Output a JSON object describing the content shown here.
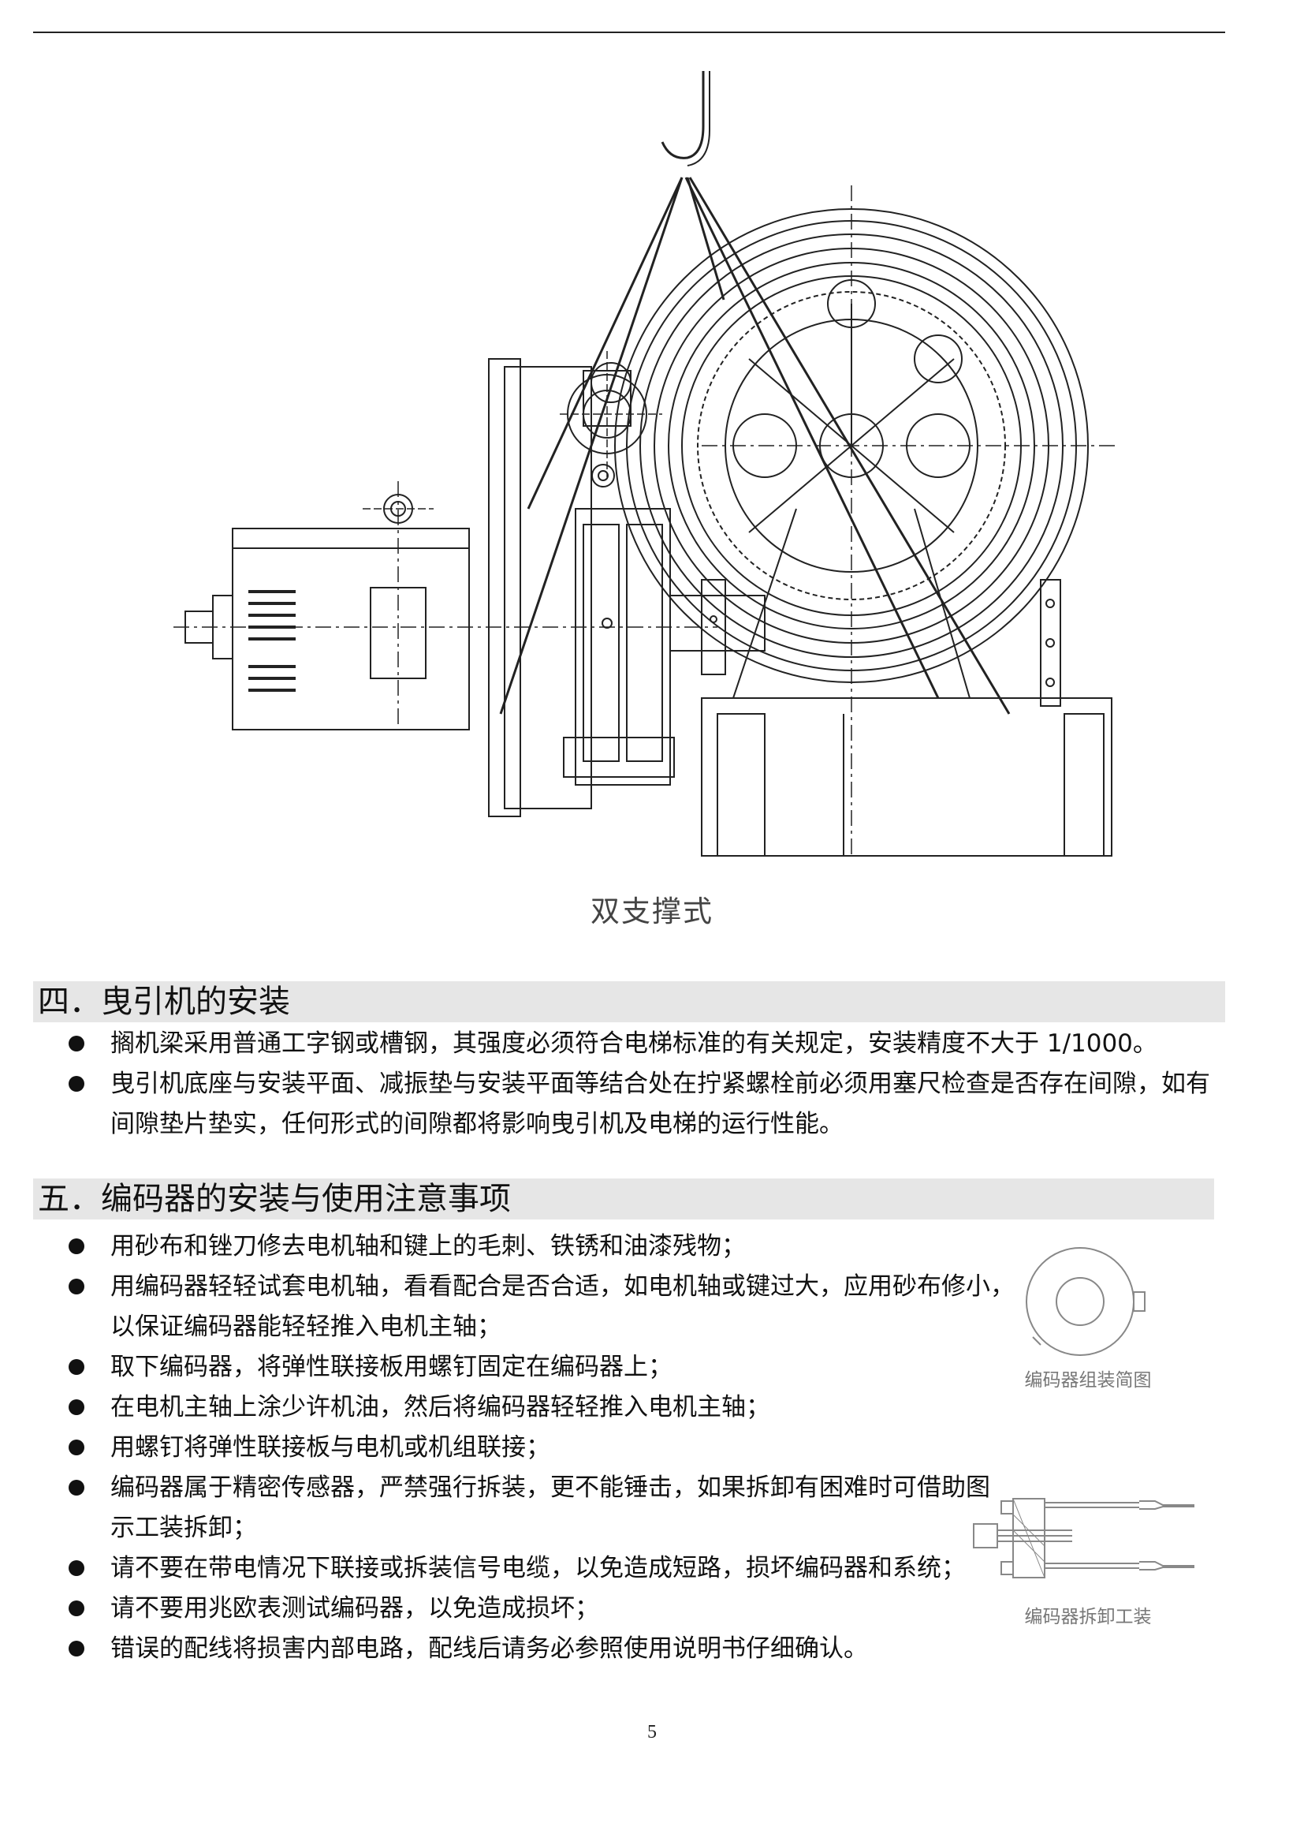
{
  "figure_caption": "双支撑式",
  "section4": {
    "title": "四．曳引机的安装",
    "bullets": [
      "搁机梁采用普通工字钢或槽钢，其强度必须符合电梯标准的有关规定，安装精度不大于 1/1000。",
      "曳引机底座与安装平面、减振垫与安装平面等结合处在拧紧螺栓前必须用塞尺检查是否存在间隙，如有间隙垫片垫实，任何形式的间隙都将影响曳引机及电梯的运行性能。"
    ]
  },
  "section5": {
    "title": "五．编码器的安装与使用注意事项",
    "bullets": [
      "用砂布和锉刀修去电机轴和键上的毛刺、铁锈和油漆残物；",
      "用编码器轻轻试套电机轴，看看配合是否合适，如电机轴或键过大，应用砂布修小，以保证编码器能轻轻推入电机主轴；",
      "取下编码器，将弹性联接板用螺钉固定在编码器上；",
      "在电机主轴上涂少许机油，然后将编码器轻轻推入电机主轴；",
      "用螺钉将弹性联接板与电机或机组联接；",
      "编码器属于精密传感器，严禁强行拆装，更不能锤击，如果拆卸有困难时可借助图示工装拆卸；",
      "请不要在带电情况下联接或拆装信号电缆，以免造成短路，损坏编码器和系统；",
      "请不要用兆欧表测试编码器，以免造成损坏；",
      "错误的配线将损害内部电路，配线后请务必参照使用说明书仔细确认。"
    ]
  },
  "encoder_assembly_caption": "编码器组装简图",
  "encoder_removal_caption": "编码器拆卸工装",
  "page_number": "5"
}
